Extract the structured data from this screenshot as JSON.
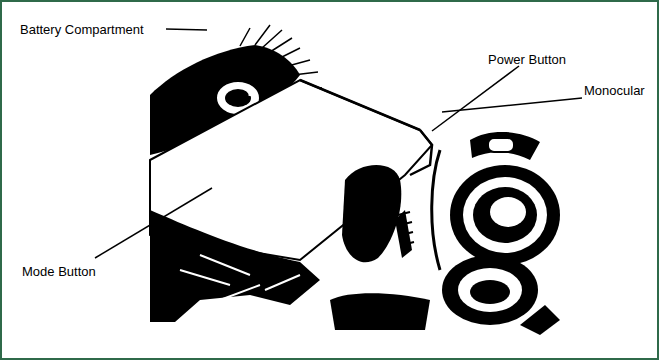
{
  "diagram": {
    "labels": [
      "Battery Compartment",
      "Power Button",
      "Monocular",
      "Mode Button"
    ]
  }
}
